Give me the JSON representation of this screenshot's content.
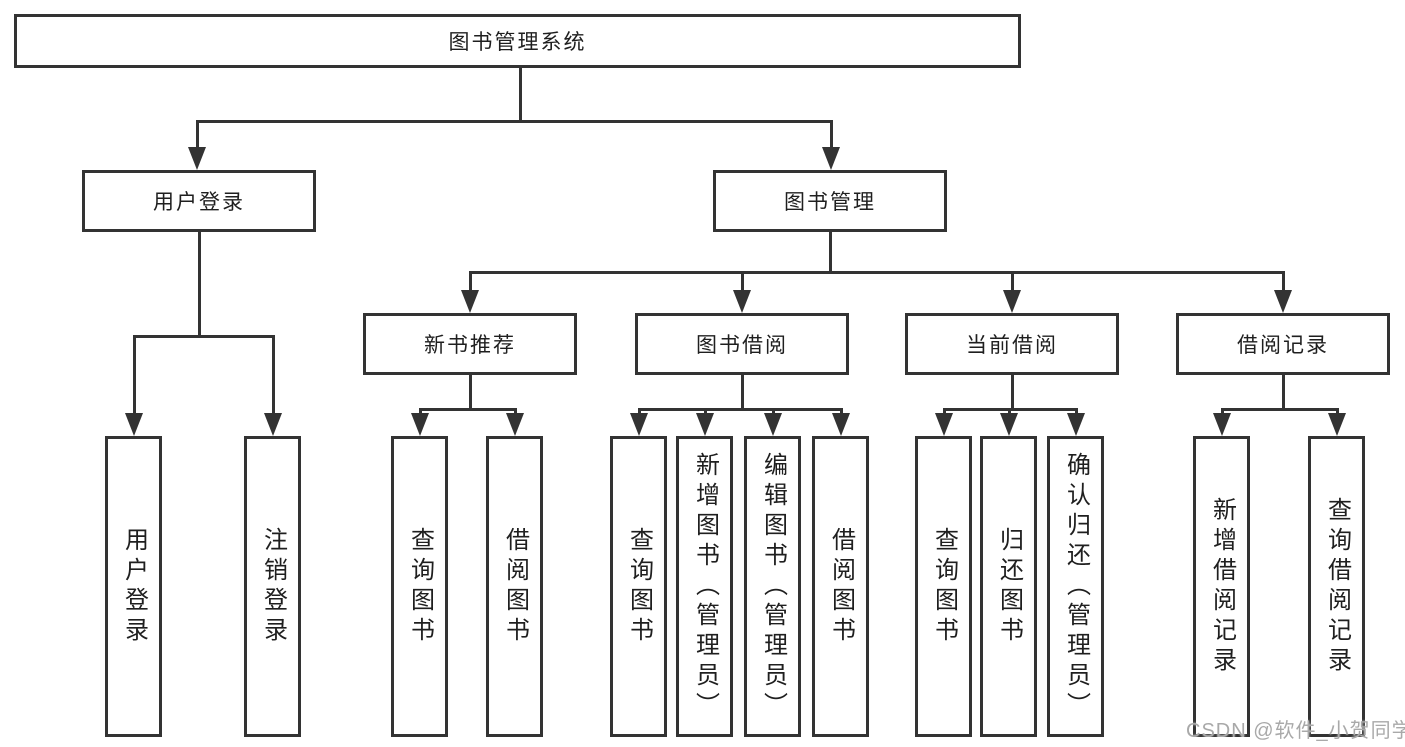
{
  "diagram": {
    "title": "图书管理系统",
    "branches": [
      {
        "label": "用户登录",
        "children": [
          {
            "label": "用户登录"
          },
          {
            "label": "注销登录"
          }
        ]
      },
      {
        "label": "图书管理",
        "children": [
          {
            "label": "新书推荐",
            "children": [
              {
                "label": "查询图书"
              },
              {
                "label": "借阅图书"
              }
            ]
          },
          {
            "label": "图书借阅",
            "children": [
              {
                "label": "查询图书"
              },
              {
                "label": "新增图书（管理员）"
              },
              {
                "label": "编辑图书（管理员）"
              },
              {
                "label": "借阅图书"
              }
            ]
          },
          {
            "label": "当前借阅",
            "children": [
              {
                "label": "查询图书"
              },
              {
                "label": "归还图书"
              },
              {
                "label": "确认归还（管理员）"
              }
            ]
          },
          {
            "label": "借阅记录",
            "children": [
              {
                "label": "新增借阅记录"
              },
              {
                "label": "查询借阅记录"
              }
            ]
          }
        ]
      }
    ]
  },
  "watermark": {
    "text": "CSDN @软件_小贺同学"
  },
  "colors": {
    "line": "#333333",
    "text": "#1f1f1f",
    "background": "#ffffff",
    "watermark": "#a9a9a9"
  }
}
